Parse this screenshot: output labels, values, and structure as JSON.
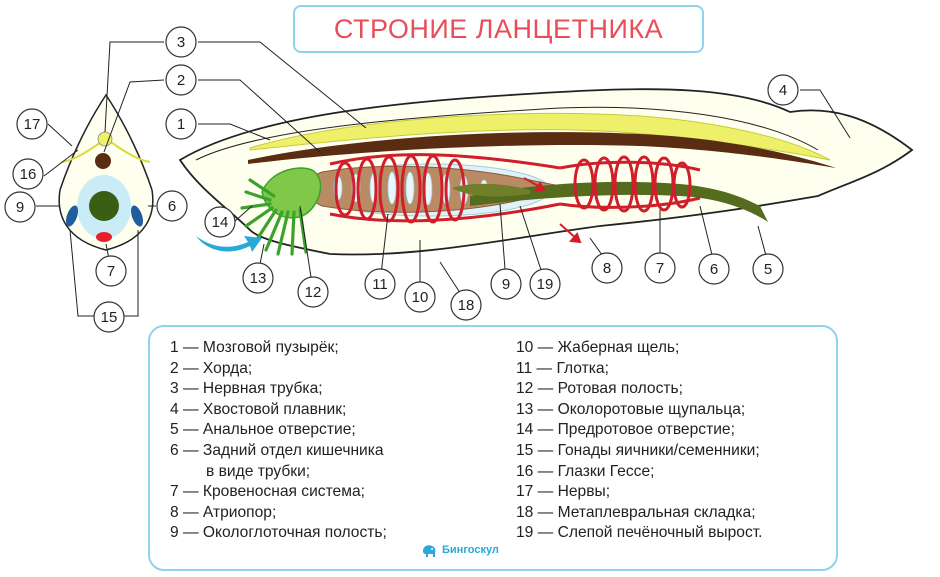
{
  "title": "СТРОНИЕ ЛАНЦЕТНИКА",
  "markers": {
    "m1": "1",
    "m2": "2",
    "m3": "3",
    "m4": "4",
    "m5": "5",
    "m6": "6",
    "m7": "7",
    "m8": "8",
    "m9": "9",
    "m10": "10",
    "m11": "11",
    "m12": "12",
    "m13": "13",
    "m14": "14",
    "m15": "15",
    "m16": "16",
    "m17": "17",
    "m18": "18",
    "m19": "19"
  },
  "legend": {
    "left": [
      "1 — Мозговой пузырёк;",
      "2 — Хорда;",
      "3 — Нервная трубка;",
      "4 — Хвостовой плавник;",
      "5 — Анальное отверстие;",
      "6 — Задний отдел кишечника",
      "в виде трубки;",
      "7 — Кровеносная система;",
      "8 — Атриопор;",
      "9 — Окологлоточная полость;"
    ],
    "right": [
      "10 — Жаберная щель;",
      "11 — Глотка;",
      "12 — Ротовая полость;",
      "13 — Околоротовые щупальца;",
      "14 — Предротовое отверстие;",
      "15 — Гонады яичники/семенники;",
      "16 — Глазки Гессе;",
      "17 — Нервы;",
      "18 — Метаплевральная складка;",
      "19 — Слепой печёночный вырост."
    ]
  },
  "brand": "Бингоскул",
  "colors": {
    "title": "#e84e5a",
    "frame": "#8fd3ea",
    "nerve_tube": "#eef06a",
    "notochord": "#5a2d12",
    "blood": "#d01e2a",
    "gut": "#556b1e",
    "tentacles": "#3ba22c",
    "water_arrow": "#2aa9d6"
  }
}
